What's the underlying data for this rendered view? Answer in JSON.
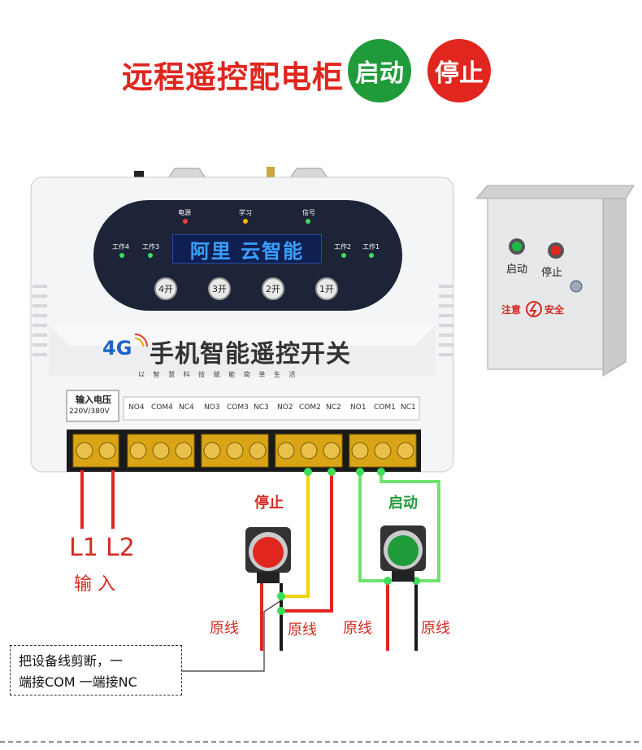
{
  "title": "远程遥控配电柜",
  "header_buttons": {
    "start": "启动",
    "stop": "停止"
  },
  "device": {
    "indicators": {
      "power": "电源",
      "learn": "学习",
      "signal": "信号",
      "work4": "工作4",
      "work3": "工作3",
      "work2": "工作2",
      "work1": "工作1"
    },
    "display": "阿里 云智能",
    "keys": [
      "4开",
      "3开",
      "2开",
      "1开"
    ],
    "brand_4g": "4G",
    "brand": "手机智能遥控开关",
    "slogan": "以 智 慧 科 技 赋 能 简 单 生 活",
    "input_label": "输入电压",
    "input_spec": "220V/380V",
    "terminals": [
      [
        "NO4",
        "COM4",
        "NC4"
      ],
      [
        "NO3",
        "COM3",
        "NC3"
      ],
      [
        "NO2",
        "COM2",
        "NC2"
      ],
      [
        "NO1",
        "COM1",
        "NC1"
      ]
    ]
  },
  "cabinet": {
    "start": "启动",
    "stop": "停止",
    "warning_left": "注意",
    "warning_right": "安全"
  },
  "wiring": {
    "l1": "L1",
    "l2": "L2",
    "input": "输 入",
    "stop_label": "停止",
    "start_label": "启动",
    "original_wire": "原线"
  },
  "note": {
    "line1": "把设备线剪断，一",
    "line2": "端接COM 一端接NC"
  },
  "colors": {
    "red": "#e0261e",
    "green": "#1f9b3a",
    "yellow": "#f0d200",
    "wire_green": "#6fe36f"
  }
}
